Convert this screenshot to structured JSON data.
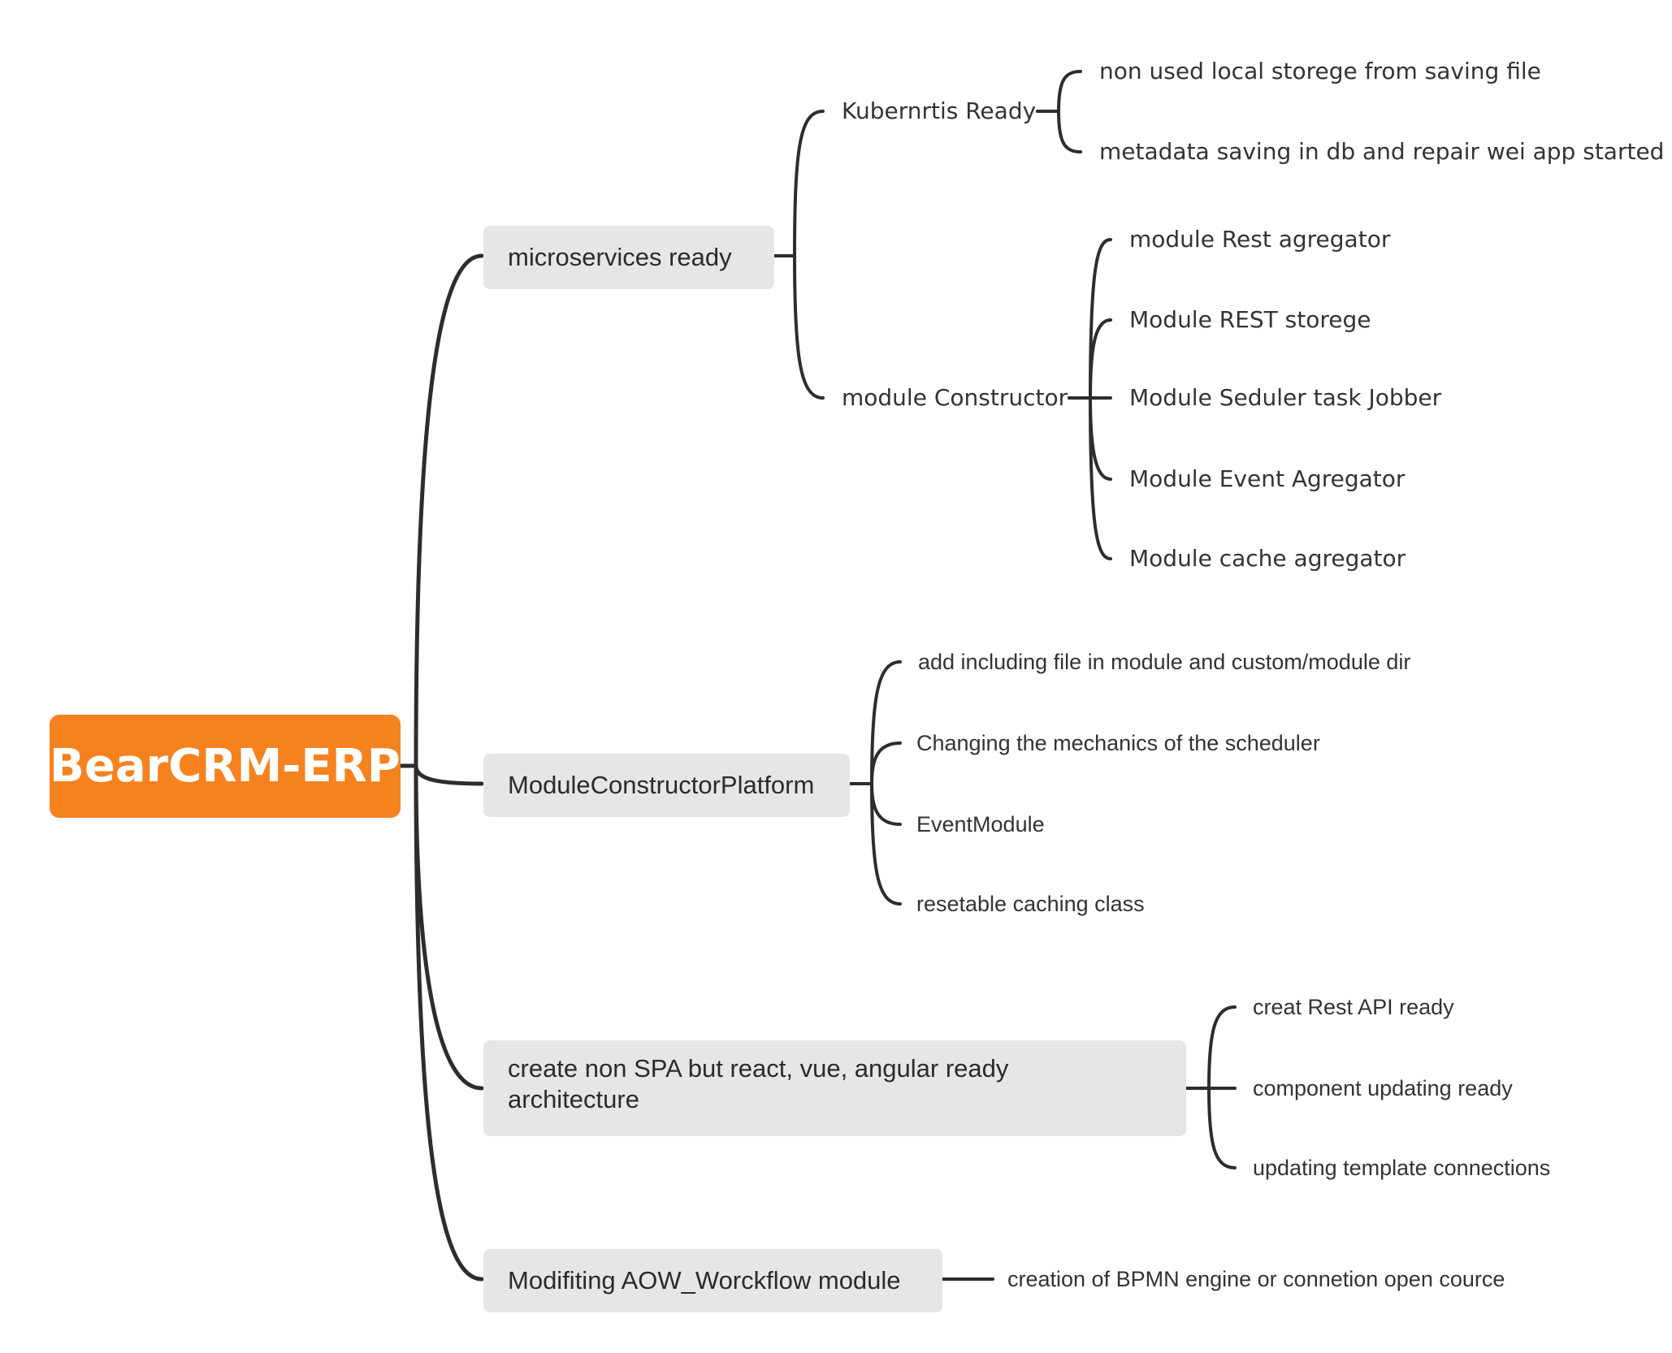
{
  "root": {
    "label": "BearCRM-ERP",
    "color": "#f5821f"
  },
  "branches": [
    {
      "label": "microservices ready",
      "children": [
        {
          "label": "Kubernrtis Ready",
          "children": [
            {
              "label": "non used local storege from saving file"
            },
            {
              "label": "metadata saving in db and repair wei app started"
            }
          ]
        },
        {
          "label": "module Constructor",
          "children": [
            {
              "label": "module Rest agregator"
            },
            {
              "label": "Module REST storege"
            },
            {
              "label": "Module Seduler task Jobber"
            },
            {
              "label": "Module Event Agregator"
            },
            {
              "label": "Module cache agregator"
            }
          ]
        }
      ]
    },
    {
      "label": "ModuleConstructorPlatform",
      "children": [
        {
          "label": "add including file in module and custom/module dir"
        },
        {
          "label": "Changing the mechanics of the scheduler"
        },
        {
          "label": "EventModule"
        },
        {
          "label": "resetable caching class"
        }
      ]
    },
    {
      "label": "create non SPA but react, vue, angular ready architecture",
      "children": [
        {
          "label": "creat Rest API ready"
        },
        {
          "label": "component updating ready"
        },
        {
          "label": "updating template connections"
        }
      ]
    },
    {
      "label": "Modifiting AOW_Worckflow module",
      "children": [
        {
          "label": "creation of BPMN engine or connetion open cource"
        }
      ]
    }
  ]
}
